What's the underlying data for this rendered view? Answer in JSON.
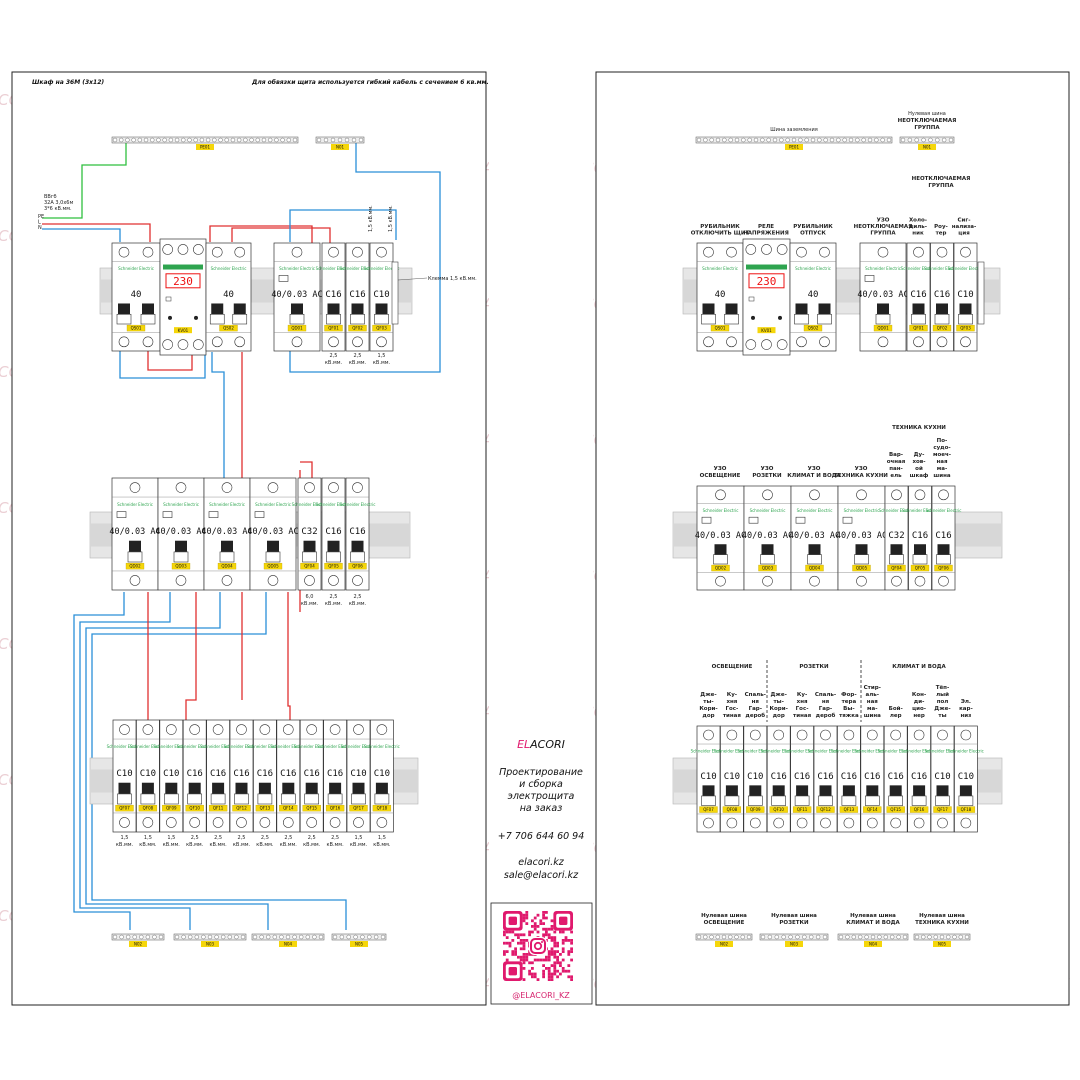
{
  "colors": {
    "phase": "#e03030",
    "neutral": "#2a8fd8",
    "pe": "#2fbf3f",
    "tag": "#f5d60a",
    "brand": "#2ea44f",
    "watermark": "#ebcfd4",
    "accent": "#e0196d"
  },
  "watermark": {
    "el": "EL",
    "rest": "ACORI"
  },
  "left": {
    "title": "Шкаф на 36М (3х12)",
    "note": "Для обвязки щита используется гибкий кабель с сечением 6 кв.мм.",
    "pe_bus": "PE01",
    "n_bus": "N01",
    "cable_input": [
      "ВВгб",
      "32А 3,0х6м",
      "3*6 кВ.мм."
    ],
    "wire_labels": [
      "PE",
      "L",
      "N"
    ],
    "clamp_label": "Клемма 1,5 кВ.мм.",
    "vert_labels": [
      "1,5 кВ.мм.",
      "1,5 кВ.мм."
    ],
    "relay_display": "230",
    "brand": [
      "Schneider",
      "Electric"
    ],
    "row1": {
      "modules": [
        {
          "rating": "40",
          "tag": "QS01"
        },
        {
          "rating": "",
          "tag": "KV01"
        },
        {
          "rating": "40",
          "tag": "QS02"
        },
        {
          "rating": "40/0.03 AC",
          "tag": "QD01"
        },
        {
          "rating": "C16",
          "tag": "QF01",
          "cable": [
            "2,5",
            "кВ.мм."
          ]
        },
        {
          "rating": "C16",
          "tag": "QF02",
          "cable": [
            "2,5",
            "кВ.мм."
          ]
        },
        {
          "rating": "C10",
          "tag": "QF03",
          "cable": [
            "1,5",
            "кВ.мм."
          ]
        }
      ]
    },
    "row2": {
      "modules": [
        {
          "rating": "40/0.03 AC",
          "tag": "QD02"
        },
        {
          "rating": "40/0.03 AC",
          "tag": "QD03"
        },
        {
          "rating": "40/0.03 AC",
          "tag": "QD04"
        },
        {
          "rating": "40/0.03 AC",
          "tag": "QD05"
        },
        {
          "rating": "C32",
          "tag": "QF04",
          "cable": [
            "6,0",
            "кВ.мм."
          ]
        },
        {
          "rating": "C16",
          "tag": "QF05",
          "cable": [
            "2,5",
            "кВ.мм."
          ]
        },
        {
          "rating": "C16",
          "tag": "QF06",
          "cable": [
            "2,5",
            "кВ.мм."
          ]
        }
      ]
    },
    "row3": {
      "modules": [
        {
          "rating": "C10",
          "tag": "QF07",
          "cable": [
            "1,5",
            "кВ.мм."
          ]
        },
        {
          "rating": "C10",
          "tag": "QF08",
          "cable": [
            "1,5",
            "кВ.мм."
          ]
        },
        {
          "rating": "C10",
          "tag": "QF09",
          "cable": [
            "1,5",
            "кВ.мм."
          ]
        },
        {
          "rating": "C16",
          "tag": "QF10",
          "cable": [
            "2,5",
            "кВ.мм."
          ]
        },
        {
          "rating": "C16",
          "tag": "QF11",
          "cable": [
            "2,5",
            "кВ.мм."
          ]
        },
        {
          "rating": "C16",
          "tag": "QF12",
          "cable": [
            "2,5",
            "кВ.мм."
          ]
        },
        {
          "rating": "C16",
          "tag": "QF13",
          "cable": [
            "2,5",
            "кВ.мм."
          ]
        },
        {
          "rating": "C16",
          "tag": "QF14",
          "cable": [
            "2,5",
            "кВ.мм."
          ]
        },
        {
          "rating": "C16",
          "tag": "QF15",
          "cable": [
            "2,5",
            "кВ.мм."
          ]
        },
        {
          "rating": "C16",
          "tag": "QF16",
          "cable": [
            "2,5",
            "кВ.мм."
          ]
        },
        {
          "rating": "C10",
          "tag": "QF17",
          "cable": [
            "1,5",
            "кВ.мм."
          ]
        },
        {
          "rating": "C10",
          "tag": "QF18",
          "cable": [
            "1,5",
            "кВ.мм."
          ]
        }
      ]
    },
    "n_buses": [
      "N02",
      "N03",
      "N04",
      "N05"
    ]
  },
  "center": {
    "logo_el": "EL",
    "logo_rest": "ACORI",
    "lines": [
      "Проектирование",
      "и сборка",
      "электрощита",
      "на заказ"
    ],
    "phone": "+7 706 644 60 94",
    "site": "elacori.kz",
    "email": "sale@elacori.kz",
    "handle": "@ELACORI_KZ"
  },
  "right": {
    "pe_label": "Шина заземления",
    "pe_bus": "PE01",
    "n_label": [
      "Нулевая шина",
      "НЕОТКЛЮЧАЕМАЯ",
      "ГРУППА"
    ],
    "n_bus": "N01",
    "group1_title": [
      "НЕОТКЛЮЧАЕМАЯ",
      "ГРУППА"
    ],
    "row1_labels": [
      [
        "РУБИЛЬНИК",
        "ОТКЛЮЧИТЬ ЩИТ"
      ],
      [
        "РЕЛЕ",
        "НАПРЯЖЕНИЯ"
      ],
      [
        "РУБИЛЬНИК",
        "ОТПУСК"
      ],
      [
        "УЗО",
        "НЕОТКЛЮЧАЕМАЯ",
        "ГРУППА"
      ],
      [
        "Холо-",
        "диль-",
        "ник"
      ],
      [
        "Роу-",
        "тер"
      ],
      [
        "Сиг-",
        "нализа-",
        "ция"
      ]
    ],
    "kitchen_title": "ТЕХНИКА КУХНИ",
    "row2_labels": [
      [
        "УЗО",
        "ОСВЕЩЕНИЕ"
      ],
      [
        "УЗО",
        "РОЗЕТКИ"
      ],
      [
        "УЗО",
        "КЛИМАТ И ВОДА"
      ],
      [
        "УЗО",
        "ТЕХНИКА КУХНИ"
      ],
      [
        "Вар-",
        "очная",
        "пан-",
        "ель"
      ],
      [
        "Ду-",
        "хов-",
        "ой",
        "шкаф"
      ],
      [
        "По-",
        "судо-",
        "моеч-",
        "ная",
        "ма-",
        "шина"
      ]
    ],
    "row3_groups": [
      "ОСВЕЩЕНИЕ",
      "РОЗЕТКИ",
      "КЛИМАТ И ВОДА"
    ],
    "row3_labels": [
      [
        "Дже-",
        "ты-",
        "Кори-",
        "дор"
      ],
      [
        "Ку-",
        "хня",
        "Гос-",
        "тиная"
      ],
      [
        "Спаль-",
        "ня",
        "Гар-",
        "дероб"
      ],
      [
        "Дже-",
        "ты-",
        "Кори-",
        "дор"
      ],
      [
        "Ку-",
        "хня",
        "Гос-",
        "тиная"
      ],
      [
        "Спаль-",
        "ня",
        "Гар-",
        "дероб"
      ],
      [
        "Фор-",
        "тера",
        "Вы-",
        "тяжка"
      ],
      [
        "Стир-",
        "аль-",
        "ная",
        "ма-",
        "шина"
      ],
      [
        "Бой-",
        "лер"
      ],
      [
        "Кон-",
        "ди-",
        "цио-",
        "нер"
      ],
      [
        "Тёп-",
        "лый",
        "пол",
        "Дже-",
        "ты"
      ],
      [
        "Эл.",
        "кар-",
        "низ"
      ]
    ],
    "n_bus_labels": [
      [
        "Нулевая шина",
        "ОСВЕЩЕНИЕ"
      ],
      [
        "Нулевая шина",
        "РОЗЕТКИ"
      ],
      [
        "Нулевая шина",
        "КЛИМАТ И ВОДА"
      ],
      [
        "Нулевая шина",
        "ТЕХНИКА КУХНИ"
      ]
    ],
    "n_buses": [
      "N02",
      "N03",
      "N04",
      "N05"
    ]
  }
}
